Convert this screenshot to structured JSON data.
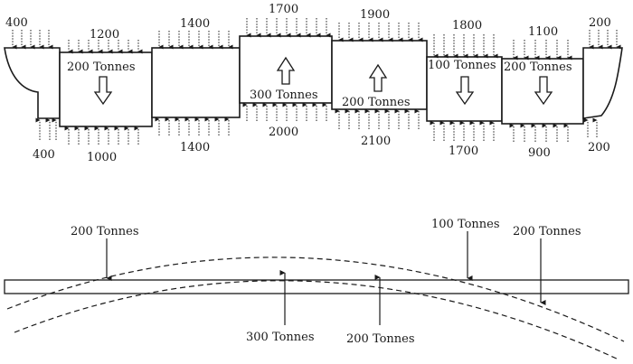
{
  "sections": [
    {
      "id": "s0",
      "weight": "400",
      "buoyancy": "400",
      "net": ""
    },
    {
      "id": "s1",
      "weight": "1200",
      "buoyancy": "1000",
      "net": "200 Tonnes"
    },
    {
      "id": "s2",
      "weight": "1400",
      "buoyancy": "1400",
      "net": ""
    },
    {
      "id": "s3",
      "weight": "1700",
      "buoyancy": "2000",
      "net": "300 Tonnes"
    },
    {
      "id": "s4",
      "weight": "1900",
      "buoyancy": "2100",
      "net": "200 Tonnes"
    },
    {
      "id": "s5",
      "weight": "1800",
      "buoyancy": "1700",
      "net": "100 Tonnes"
    },
    {
      "id": "s6",
      "weight": "1100",
      "buoyancy": "900",
      "net": "200 Tonnes"
    },
    {
      "id": "s7",
      "weight": "200",
      "buoyancy": "200",
      "net": ""
    }
  ],
  "beam": {
    "load_a": "200 Tonnes",
    "load_b": "300 Tonnes",
    "load_c": "200 Tonnes",
    "load_d": "100 Tonnes",
    "load_e": "200 Tonnes"
  }
}
